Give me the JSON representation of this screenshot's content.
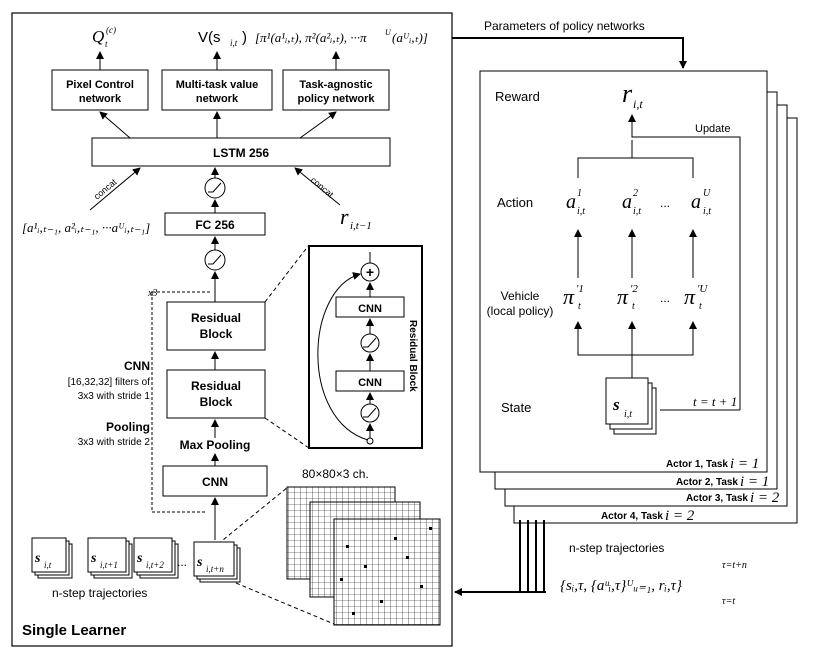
{
  "learner": {
    "title": "Single Learner",
    "outputs": {
      "q": "Q",
      "q_sup": "(c)",
      "q_sub": "t",
      "v": "V(s",
      "v_sub": "i,t",
      "v_close": ")",
      "pi": "[π¹(a¹ᵢ,ₜ), π²(a²ᵢ,ₜ), ···π",
      "pi_sup": "U",
      "pi_close": "(aᵁᵢ,ₜ)]"
    },
    "heads": {
      "pixel_control_l1": "Pixel Control",
      "pixel_control_l2": "network",
      "value_l1": "Multi-task value",
      "value_l2": "network",
      "policy_l1": "Task-agnostic",
      "policy_l2": "policy network"
    },
    "lstm": "LSTM 256",
    "concat_left": "concat",
    "concat_right": "concat",
    "prev_actions": "[a¹ᵢ,ₜ₋₁, a²ᵢ,ₜ₋₁, ···aᵁᵢ,ₜ₋₁]",
    "prev_reward": "r",
    "prev_reward_sub": "i,t−1",
    "fc": "FC 256",
    "repeat": "x3",
    "res_block_l1": "Residual",
    "res_block_l2": "Block",
    "cnn_title": "CNN",
    "cnn_desc_l1": "[16,32,32] filters of",
    "cnn_desc_l2": "3x3 with stride 1",
    "pool_title": "Pooling",
    "pool_desc": "3x3 with stride 2",
    "max_pooling": "Max Pooling",
    "cnn": "CNN",
    "res_detail_title": "Residual Block",
    "res_detail_cnn1": "CNN",
    "res_detail_cnn2": "CNN",
    "plus": "+",
    "frame_label": "80×80×3 ch.",
    "traj_states": [
      "s",
      "s",
      "s",
      "s"
    ],
    "traj_subs": [
      "i,t",
      "i,t+1",
      "i,t+2",
      "i,t+n"
    ],
    "traj_dots": "...",
    "traj_label": "n-step trajectories"
  },
  "params_label": "Parameters of policy networks",
  "actor": {
    "reward_label": "Reward",
    "reward_sym": "r",
    "reward_sub": "i,t",
    "update_label": "Update",
    "action_label": "Action",
    "actions": [
      {
        "sym": "a",
        "sup": "1",
        "sub": "i,t"
      },
      {
        "sym": "a",
        "sup": "2",
        "sub": "i,t"
      },
      {
        "sym": "a",
        "sup": "U",
        "sub": "i,t"
      }
    ],
    "dots": "...",
    "vehicle_l1": "Vehicle",
    "vehicle_l2": "(local policy)",
    "policies": [
      {
        "sym": "π",
        "sup": "'1",
        "sub": "t"
      },
      {
        "sym": "π",
        "sup": "'2",
        "sub": "t"
      },
      {
        "sym": "π",
        "sup": "'U",
        "sub": "t"
      }
    ],
    "state_label": "State",
    "state_sym": "s",
    "state_sub": "i,t",
    "t_update": "t = t + 1"
  },
  "actors": [
    {
      "label": "Actor 1, Task",
      "task": "i = 1"
    },
    {
      "label": "Actor 2, Task",
      "task": "i = 1"
    },
    {
      "label": "Actor 3, Task",
      "task": "i = 2"
    },
    {
      "label": "Actor 4, Task",
      "task": "i = 2"
    }
  ],
  "traj_out_label": "n-step trajectories",
  "traj_out_formula": "{sᵢ,τ, {aᵘᵢ,τ}ᵁᵤ₌₁, rᵢ,τ}",
  "traj_out_top": "τ=t+n",
  "traj_out_bottom": "τ=t"
}
